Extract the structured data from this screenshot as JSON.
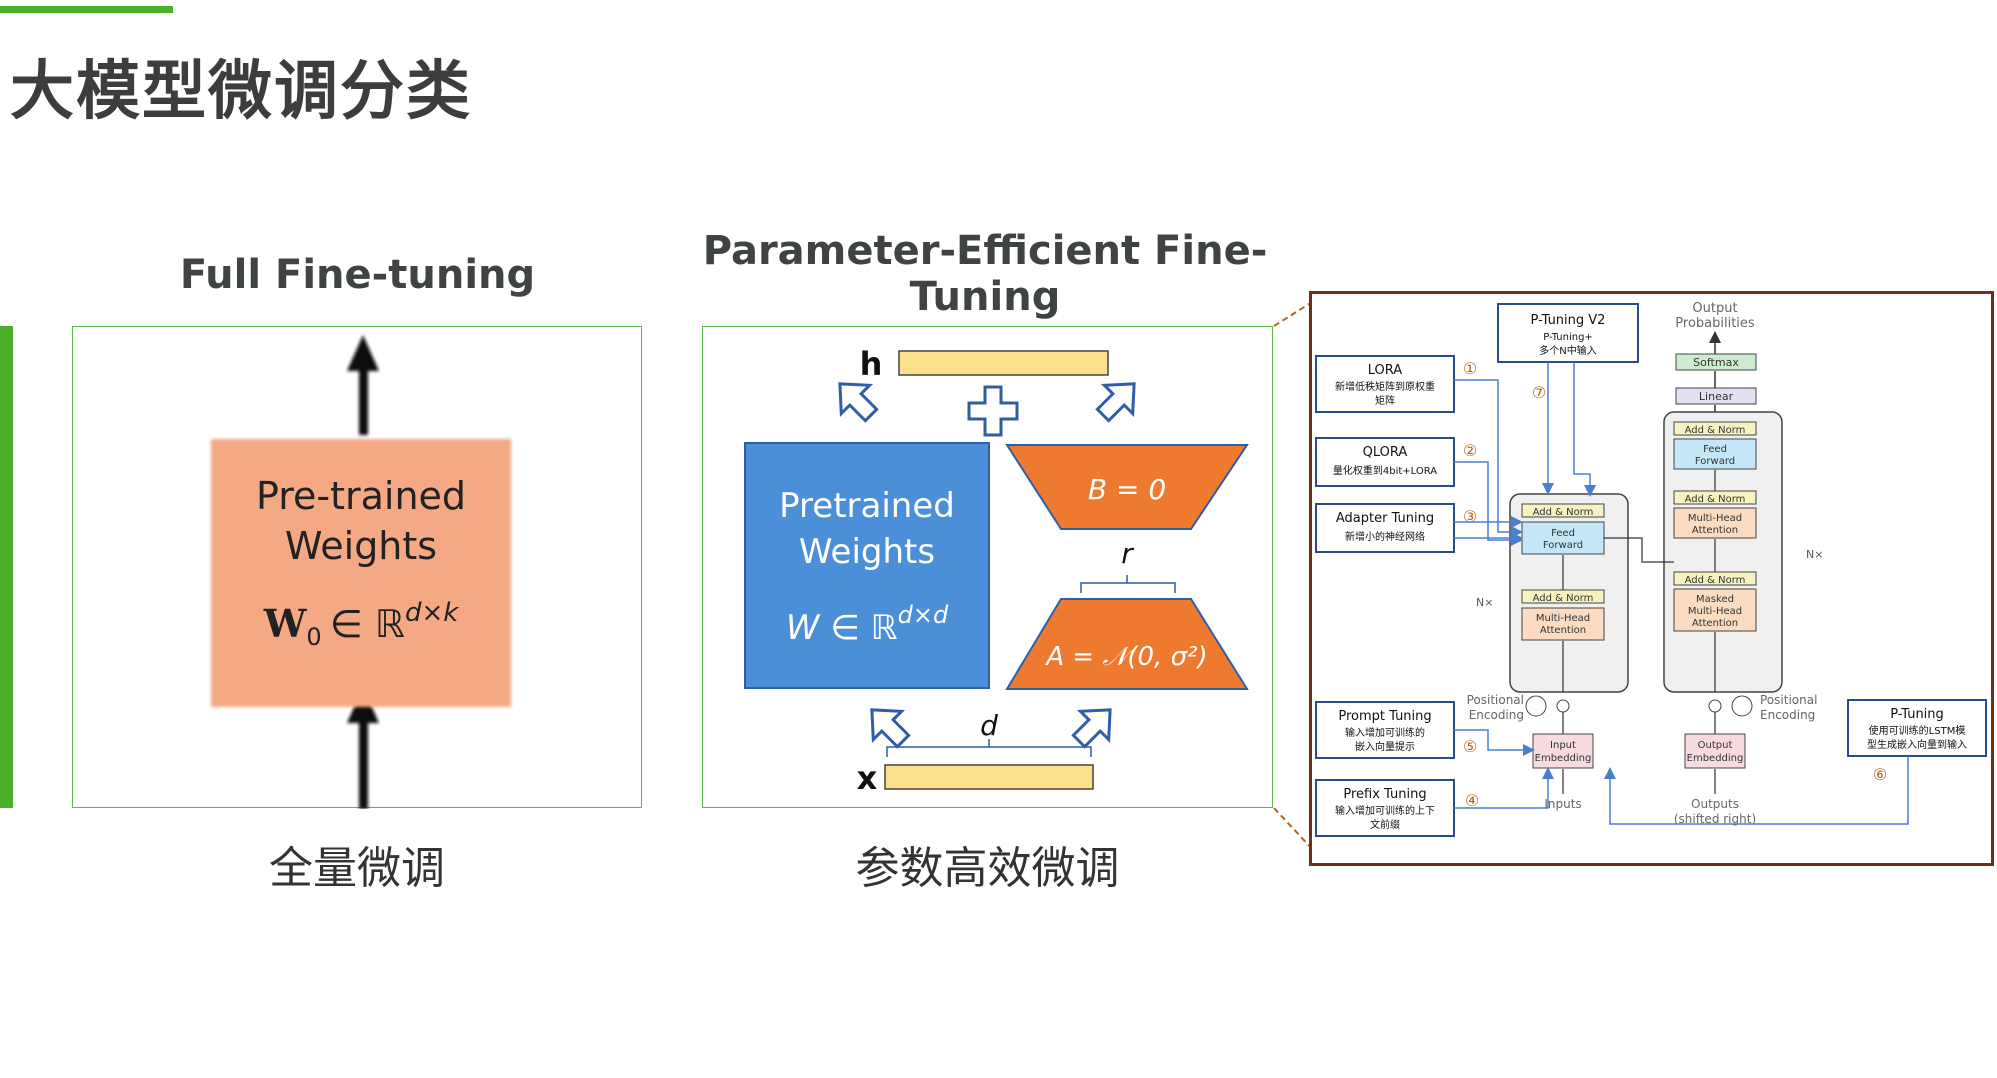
{
  "slide": {
    "title": "大模型微调分类",
    "accent_color": "#4caf2a"
  },
  "full": {
    "heading": "Full Fine-tuning",
    "box_line1": "Pre-trained",
    "box_line2": "Weights",
    "formula": "W₀ ∈ ℝ^{d×k}",
    "formula_main": "W",
    "formula_sub": "0",
    "formula_in": "∈ ℝ",
    "formula_sup": "d×k",
    "caption": "全量微调"
  },
  "peft": {
    "heading_line1": "Parameter-Efficient Fine-",
    "heading_line2": "Tuning",
    "h_label": "h",
    "x_label": "x",
    "pretrained_line1": "Pretrained",
    "pretrained_line2": "Weights",
    "w_main": "W ∈ ℝ",
    "w_sup": "d×d",
    "b_formula": "B = 0",
    "a_formula": "A = 𝒩(0, σ²)",
    "r_label": "r",
    "d_label": "d",
    "caption": "参数高效微调"
  },
  "transformer": {
    "output_probabilities": [
      "Output",
      "Probabilities"
    ],
    "softmax": "Softmax",
    "linear": "Linear",
    "add_norm": "Add & Norm",
    "feed_forward": [
      "Feed",
      "Forward"
    ],
    "multi_head": [
      "Multi-Head",
      "Attention"
    ],
    "masked_multi_head": [
      "Masked",
      "Multi-Head",
      "Attention"
    ],
    "nx": "N×",
    "positional_encoding": [
      "Positional",
      "Encoding"
    ],
    "input_embedding": [
      "Input",
      "Embedding"
    ],
    "output_embedding": [
      "Output",
      "Embedding"
    ],
    "inputs": "Inputs",
    "outputs": [
      "Outputs",
      "(shifted right)"
    ]
  },
  "methods": [
    {
      "name": "P-Tuning V2",
      "desc": [
        "P-Tuning+",
        "多个N中输入"
      ],
      "num": "⑦"
    },
    {
      "name": "LORA",
      "desc": [
        "新增低秩矩阵到原权重",
        "矩阵"
      ],
      "num": "①"
    },
    {
      "name": "QLORA",
      "desc": [
        "量化权重到4bit+LORA"
      ],
      "num": "②"
    },
    {
      "name": "Adapter Tuning",
      "desc": [
        "新增小的神经网络"
      ],
      "num": "③"
    },
    {
      "name": "Prompt Tuning",
      "desc": [
        "输入增加可训练的",
        "嵌入向量提示"
      ],
      "num": "⑤"
    },
    {
      "name": "Prefix Tuning",
      "desc": [
        "输入增加可训练的上下",
        "文前缀"
      ],
      "num": "④"
    },
    {
      "name": "P-Tuning",
      "desc": [
        "使用可训练的LSTM模",
        "型生成嵌入向量到输入"
      ],
      "num": "⑥"
    }
  ]
}
